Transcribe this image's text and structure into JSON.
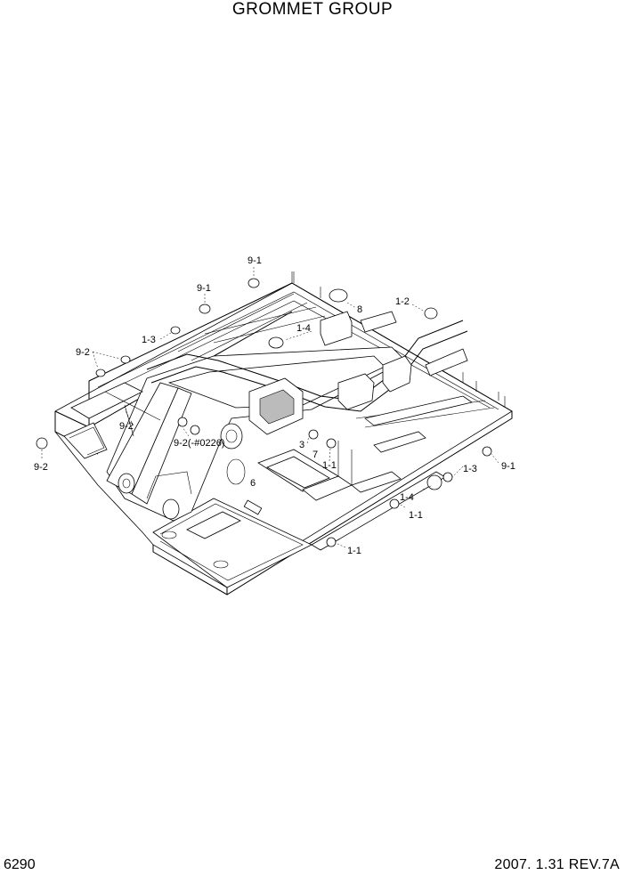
{
  "title": "GROMMET GROUP",
  "page_number": "6290",
  "revision": "2007. 1.31  REV.7A",
  "callouts": {
    "c91_top": "9-1",
    "c91_left": "9-1",
    "c8": "8",
    "c12": "1-2",
    "c14_top": "1-4",
    "c13_left": "1-3",
    "c92_left": "9-2",
    "c92_mid": "9-2",
    "c92_serial": "9-2(-#0226)",
    "c92_bottom": "9-2",
    "c3": "3",
    "c7": "7",
    "c11_mid": "1-1",
    "c6": "6",
    "c13_right": "1-3",
    "c91_right": "9-1",
    "c14_right": "1-4",
    "c11_right": "1-1",
    "c11_bottom": "1-1"
  }
}
